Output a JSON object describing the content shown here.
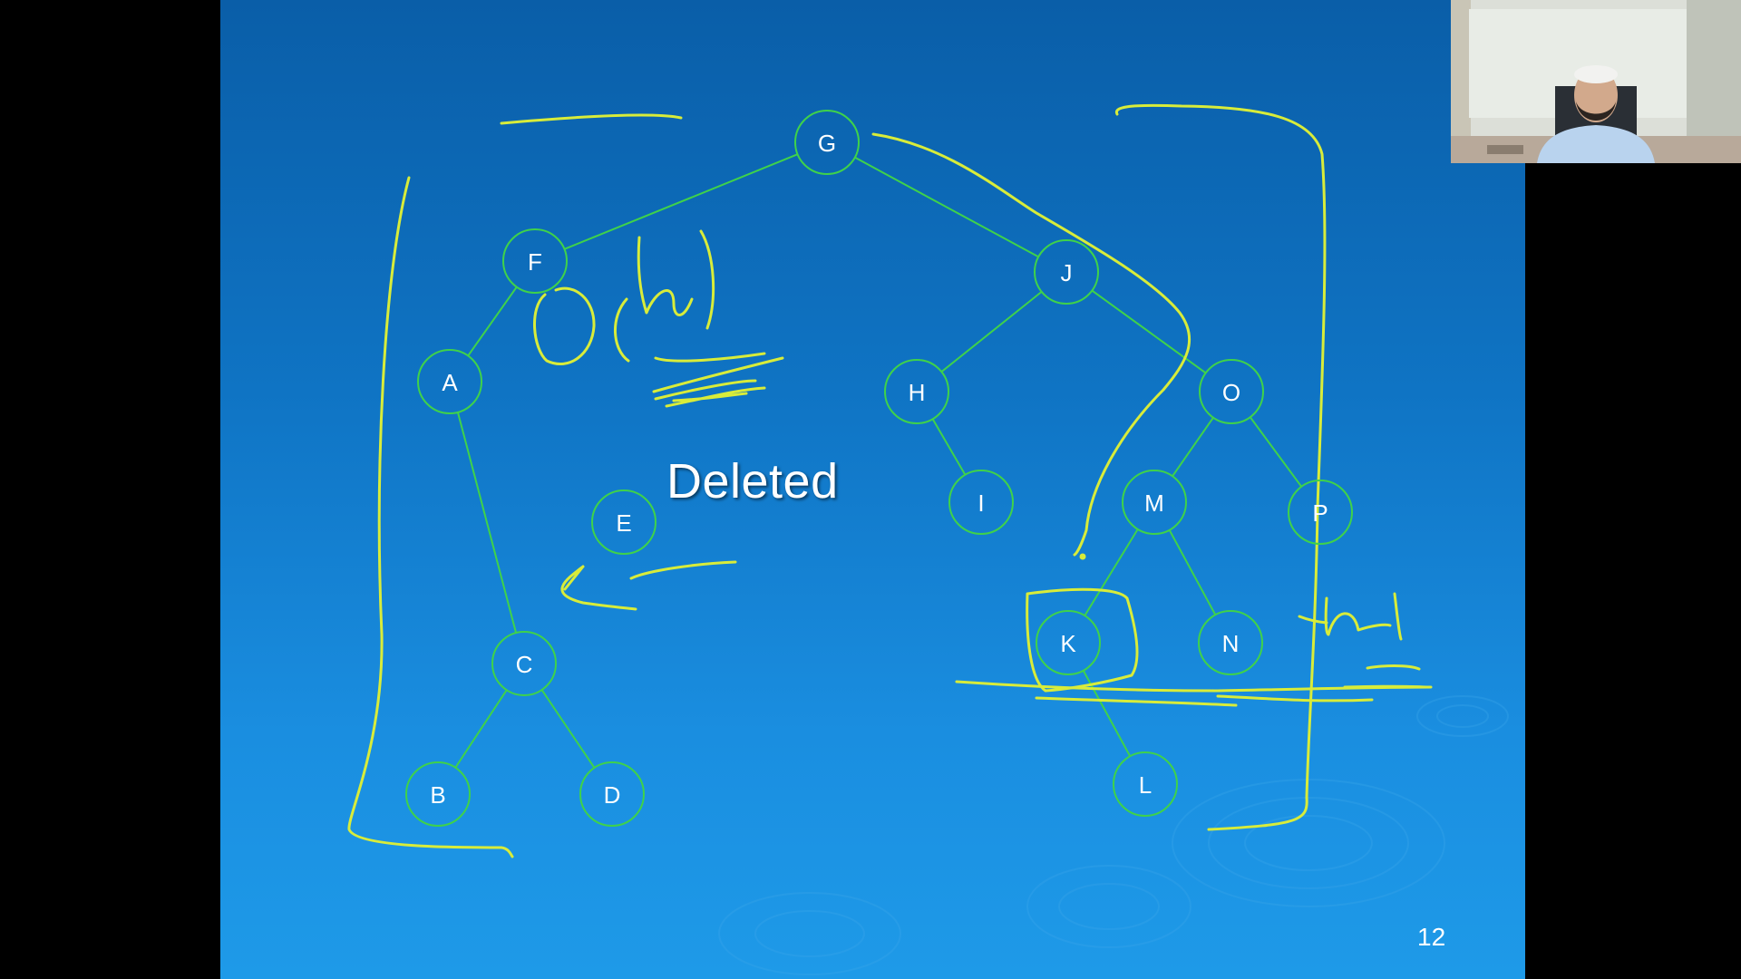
{
  "slide": {
    "nodes": [
      {
        "id": "G",
        "label": "G"
      },
      {
        "id": "F",
        "label": "F"
      },
      {
        "id": "J",
        "label": "J"
      },
      {
        "id": "A",
        "label": "A"
      },
      {
        "id": "H",
        "label": "H"
      },
      {
        "id": "O",
        "label": "O"
      },
      {
        "id": "E",
        "label": "E"
      },
      {
        "id": "I",
        "label": "I"
      },
      {
        "id": "M",
        "label": "M"
      },
      {
        "id": "P",
        "label": "P"
      },
      {
        "id": "C",
        "label": "C"
      },
      {
        "id": "K",
        "label": "K"
      },
      {
        "id": "N",
        "label": "N"
      },
      {
        "id": "B",
        "label": "B"
      },
      {
        "id": "D",
        "label": "D"
      },
      {
        "id": "L",
        "label": "L"
      }
    ],
    "edges": [
      [
        "G",
        "F"
      ],
      [
        "G",
        "J"
      ],
      [
        "F",
        "A"
      ],
      [
        "A",
        "C"
      ],
      [
        "C",
        "B"
      ],
      [
        "C",
        "D"
      ],
      [
        "J",
        "H"
      ],
      [
        "J",
        "O"
      ],
      [
        "H",
        "I"
      ],
      [
        "O",
        "M"
      ],
      [
        "O",
        "P"
      ],
      [
        "M",
        "K"
      ],
      [
        "M",
        "N"
      ],
      [
        "K",
        "L"
      ]
    ],
    "deleted_label": "Deleted",
    "page_number": "12",
    "colors": {
      "node_stroke": "#3fd24a",
      "edge_stroke": "#3fd24a",
      "annotation": "#d8ec3a",
      "background_top": "#0a5ea8",
      "background_bottom": "#1e9ae8"
    }
  },
  "webcam": {
    "description_icon": "presenter-webcam-icon"
  }
}
